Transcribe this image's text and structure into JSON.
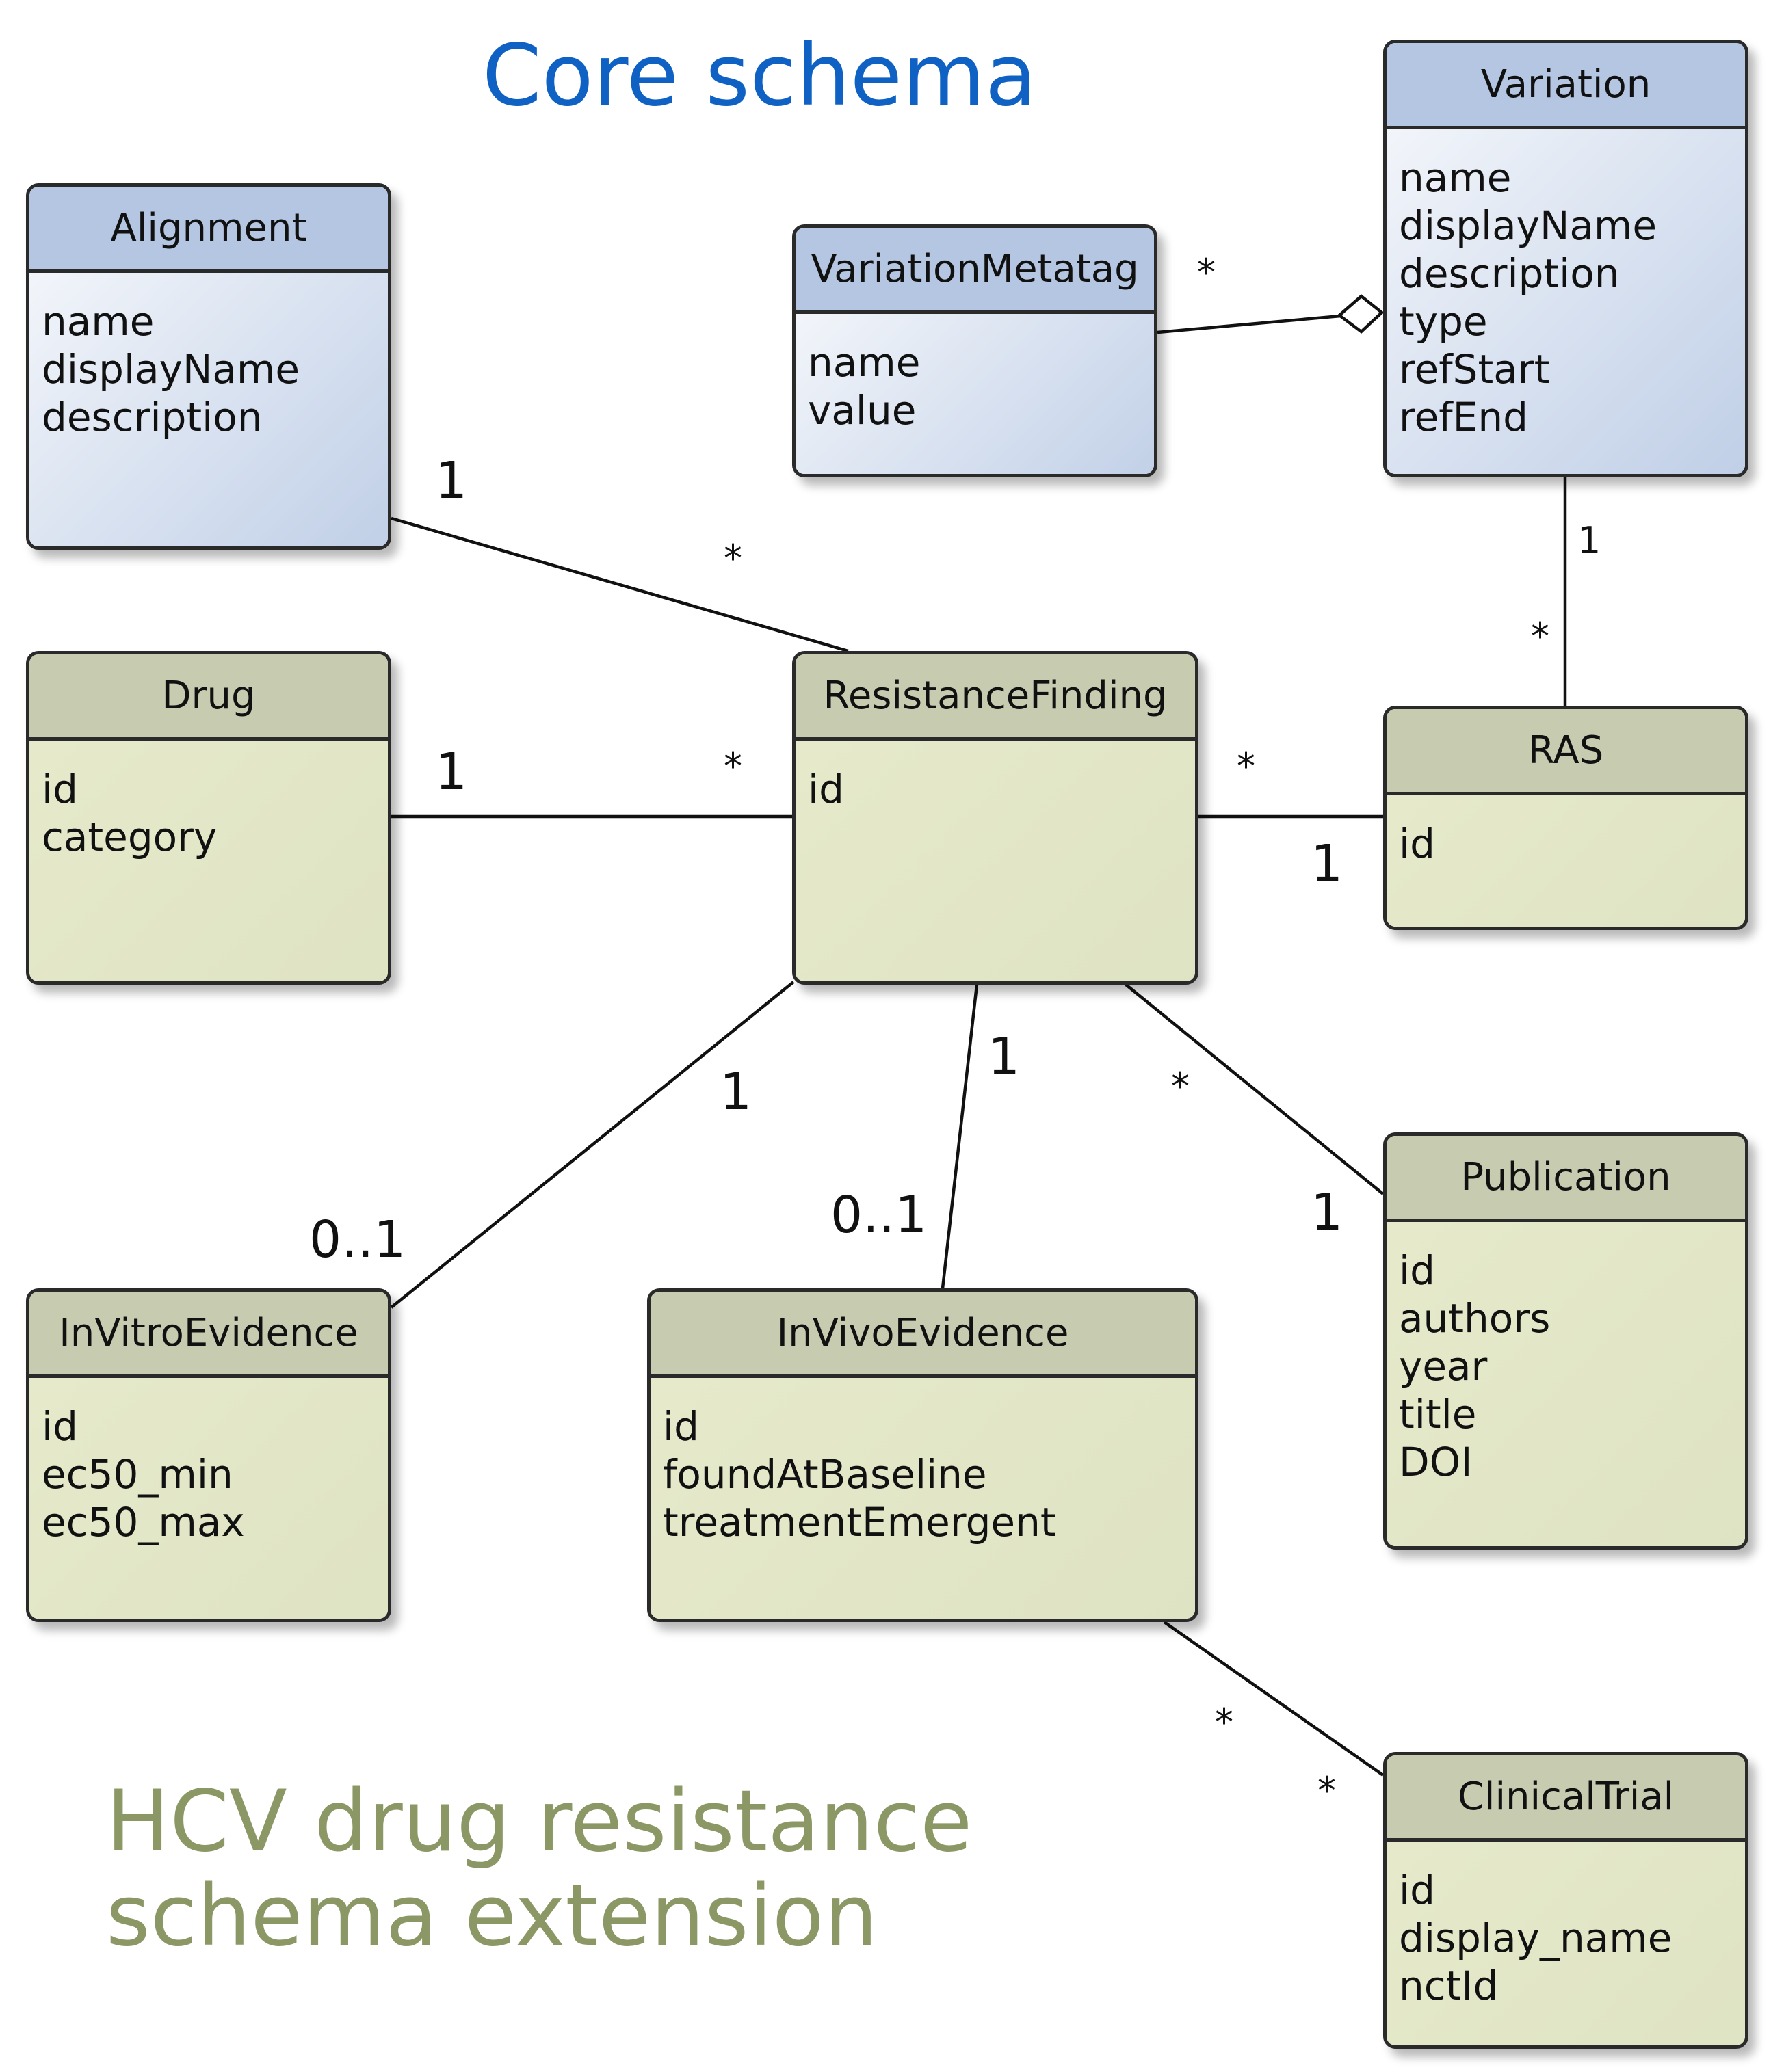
{
  "titles": {
    "core": "Core schema",
    "extension_line1": "HCV drug resistance",
    "extension_line2": "schema extension"
  },
  "colors": {
    "core_title": "#0f62c4",
    "extension_title": "#8b9866",
    "core_header": "#b4c6e2",
    "extension_header": "#c7cbb0",
    "extension_body": "#e2e6c6"
  },
  "entities": {
    "alignment": {
      "name": "Alignment",
      "attributes": [
        "name",
        "displayName",
        "description"
      ]
    },
    "variation_metatag": {
      "name": "VariationMetatag",
      "attributes": [
        "name",
        "value"
      ]
    },
    "variation": {
      "name": "Variation",
      "attributes": [
        "name",
        "displayName",
        "description",
        "type",
        "refStart",
        "refEnd"
      ]
    },
    "drug": {
      "name": "Drug",
      "attributes": [
        "id",
        "category"
      ]
    },
    "resistance_finding": {
      "name": "ResistanceFinding",
      "attributes": [
        "id"
      ]
    },
    "ras": {
      "name": "RAS",
      "attributes": [
        "id"
      ]
    },
    "in_vitro_evidence": {
      "name": "InVitroEvidence",
      "attributes": [
        "id",
        "ec50_min",
        "ec50_max"
      ]
    },
    "in_vivo_evidence": {
      "name": "InVivoEvidence",
      "attributes": [
        "id",
        "foundAtBaseline",
        "treatmentEmergent"
      ]
    },
    "publication": {
      "name": "Publication",
      "attributes": [
        "id",
        "authors",
        "year",
        "title",
        "DOI"
      ]
    },
    "clinical_trial": {
      "name": "ClinicalTrial",
      "attributes": [
        "id",
        "display_name",
        "nctId"
      ]
    }
  },
  "relations": {
    "alignment_finding": {
      "from": "1",
      "to": "*"
    },
    "metatag_variation": {
      "from": "*"
    },
    "variation_ras": {
      "from": "1",
      "to": "*"
    },
    "drug_finding": {
      "from": "1",
      "to": "*"
    },
    "finding_ras": {
      "from": "*",
      "to": "1"
    },
    "finding_invitro": {
      "from": "1",
      "to": "0..1"
    },
    "finding_invivo": {
      "from": "1",
      "to": "0..1"
    },
    "finding_publication": {
      "from": "*",
      "to": "1"
    },
    "invivo_trial": {
      "from": "*",
      "to": "*"
    }
  }
}
